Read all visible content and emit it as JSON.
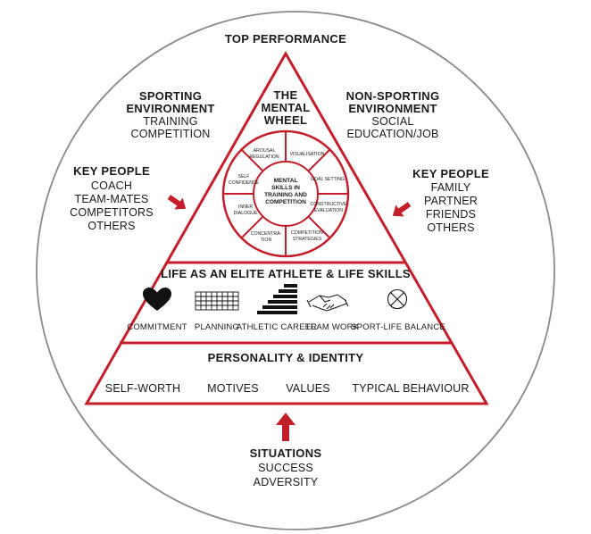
{
  "top_label": "TOP PERFORMANCE",
  "wheel": {
    "title": [
      "THE",
      "MENTAL",
      "WHEEL"
    ],
    "center": [
      "MENTAL",
      "SKILLS IN",
      "TRAINING AND",
      "COMPETITION"
    ],
    "segments": {
      "arousal": [
        "AROUSAL",
        "REGULATION"
      ],
      "visualisation": [
        "VISUALISATION"
      ],
      "goal_setting": [
        "GOAL SETTING"
      ],
      "constructive": [
        "CONSTRUCTIVE",
        "EVALUATION"
      ],
      "competition": [
        "COMPETITION",
        "STRATEGIES"
      ],
      "concentration": [
        "CONCENTRA-",
        "TION"
      ],
      "inner": [
        "INNER",
        "DIALOGUE"
      ],
      "self": [
        "SELF",
        "CONFIDENCE"
      ]
    }
  },
  "left": {
    "sporting_title": [
      "SPORTING",
      "ENVIRONMENT"
    ],
    "sporting_items": [
      "TRAINING",
      "COMPETITION"
    ],
    "key_people_title": "KEY PEOPLE",
    "key_people_items": [
      "COACH",
      "TEAM-MATES",
      "COMPETITORS",
      "OTHERS"
    ]
  },
  "right": {
    "non_sporting_title": [
      "NON-SPORTING",
      "ENVIRONMENT"
    ],
    "non_sporting_items": [
      "SOCIAL",
      "EDUCATION/JOB"
    ],
    "key_people_title": "KEY PEOPLE",
    "key_people_items": [
      "FAMILY",
      "PARTNER",
      "FRIENDS",
      "OTHERS"
    ]
  },
  "life_section": {
    "title": "LIFE AS AN ELITE ATHLETE & LIFE SKILLS",
    "items": [
      "COMMITMENT",
      "PLANNING",
      "ATHLETIC CAREER",
      "TEAM WORK",
      "SPORT-LIFE BALANCE"
    ],
    "icons": [
      "heart-icon",
      "grid-icon",
      "stairs-icon",
      "handshake-icon",
      "balance-icon"
    ]
  },
  "personality_section": {
    "title": "PERSONALITY & IDENTITY",
    "items": [
      "SELF-WORTH",
      "MOTIVES",
      "VALUES",
      "TYPICAL BEHAVIOUR"
    ]
  },
  "situations": {
    "title": "SITUATIONS",
    "items": [
      "SUCCESS",
      "ADVERSITY"
    ]
  },
  "colors": {
    "accent": "#c41e2a",
    "circle": "#8a8a8a",
    "text": "#1a1a1a"
  }
}
